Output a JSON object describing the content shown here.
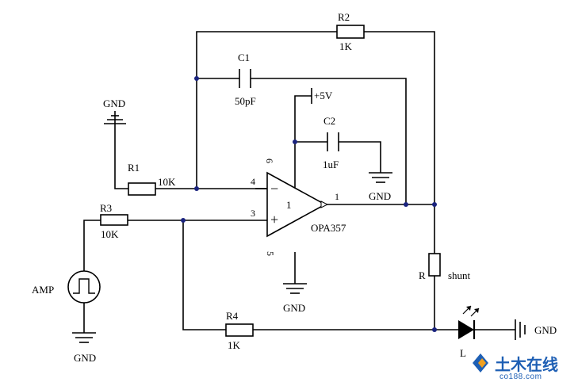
{
  "components": {
    "r1": {
      "ref": "R1",
      "value": "10K"
    },
    "r2": {
      "ref": "R2",
      "value": "1K"
    },
    "r3": {
      "ref": "R3",
      "value": "10K"
    },
    "r4": {
      "ref": "R4",
      "value": "1K"
    },
    "r5": {
      "ref": "R",
      "value": "shunt"
    },
    "c1": {
      "ref": "C1",
      "value": "50pF"
    },
    "c2": {
      "ref": "C2",
      "value": "1uF"
    },
    "opamp": {
      "ref": "OPA357",
      "inner_label": "1",
      "minus": "−",
      "plus": "+"
    },
    "led": {
      "ref": "L"
    },
    "source": {
      "label": "AMP"
    }
  },
  "pins": {
    "p4": "4",
    "p3": "3",
    "p1": "1",
    "p6": "6",
    "p5": "5"
  },
  "power": {
    "vplus": "+5V",
    "gnd": "GND"
  },
  "watermark": {
    "text": "土木在线",
    "sub": "co188.com"
  }
}
